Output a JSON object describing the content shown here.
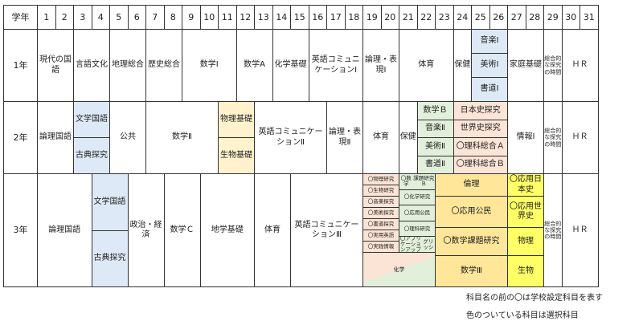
{
  "header": {
    "label": "学年",
    "columns": [
      "1",
      "2",
      "3",
      "4",
      "5",
      "6",
      "7",
      "8",
      "9",
      "10",
      "11",
      "12",
      "13",
      "14",
      "15",
      "16",
      "17",
      "18",
      "19",
      "20",
      "21",
      "22",
      "23",
      "24",
      "25",
      "26",
      "27",
      "28",
      "29",
      "30",
      "31"
    ]
  },
  "rows": {
    "year1": {
      "label": "1\n年"
    },
    "year2": {
      "label": "2\n年"
    },
    "year3": {
      "label": "3\n年"
    }
  },
  "year1": {
    "gendai": "現代の国語",
    "gengo": "言語文化",
    "chiri": "地理総合",
    "rekishi": "歴史総合",
    "suugaku1": "数学Ⅰ",
    "suugakuA": "数学A",
    "kagaku": "化学基礎",
    "eigo": "英語コミュニケーションⅠ",
    "ronri": "論理・表現Ⅰ",
    "taiiku": "体育",
    "hoken": "保健",
    "ongaku": "音楽Ⅰ",
    "bijutsu": "美術Ⅰ",
    "shodo": "書道Ⅰ",
    "katei": "家庭基礎",
    "sougou": "総合的な探究の時間",
    "hr": "ＨＲ"
  },
  "year2": {
    "ronri_kokugo": "論理国語",
    "bungaku": "文学国語",
    "koten": "古典探究",
    "koukyou": "公共",
    "suugaku2": "数学Ⅱ",
    "butsuri": "物理基礎",
    "seibutsu": "生物基礎",
    "eigo": "英語コミュニケーションⅡ",
    "ronri": "論理・表現Ⅱ",
    "taiiku": "体育",
    "hoken": "保健",
    "suugakuB": "数学Ｂ",
    "ongaku": "音楽Ⅱ",
    "bijutsu": "美術Ⅱ",
    "shodo": "書道Ⅱ",
    "nihonshi": "日本史探究",
    "sekaishi": "世界史探究",
    "rikaA": "〇理科総合Ａ",
    "rikaB": "〇理科総合Ｂ",
    "jouhou": "情報Ⅰ",
    "sougou": "総合的な探究の時間",
    "hr": "ＨＲ"
  },
  "year3": {
    "ronri_kokugo": "論理国語",
    "bungaku": "文学国語",
    "koten": "古典探究",
    "seiji": "政治・経済",
    "suugakuC": "数学Ｃ",
    "chigaku": "地学基礎",
    "taiiku": "体育",
    "eigo": "英語コミュニケーションⅢ",
    "electives_a": [
      "〇物理研究",
      "〇生物研究",
      "〇音楽探究",
      "〇美術探究",
      "〇書道探究",
      "〇実用英語",
      "〇実践情報"
    ],
    "electives_b": [
      "〇数学\n課題研究Ｂ",
      "〇化学研究",
      "〇応用公民",
      "〇理科研究",
      "〇アプリケーションアップ\nイングリッシュ"
    ],
    "kagaku": "化学",
    "rinri": "倫理",
    "ouyou_koumin": "〇応用公民",
    "suugaku_kadai": "〇数学課題研究",
    "suugaku3": "数学Ⅲ",
    "ouyou_nihonshi": "〇応用日本史",
    "ouyou_sekaishi": "〇応用世界史",
    "butsuri": "物理",
    "seibutsu": "生物",
    "sougou": "総合的な探究の時間",
    "hr": "ＨＲ"
  },
  "notes": {
    "line1": "科目名の前の〇は学校設定科目を表す",
    "line2": "色のついている科目は選択科目"
  },
  "colors": {
    "blue": "#dde9f6",
    "yellow": "#fff2cc",
    "green": "#e2efda",
    "orange": "#fce4d6",
    "gold": "#ffe699",
    "brightyellow": "#ffff66"
  }
}
